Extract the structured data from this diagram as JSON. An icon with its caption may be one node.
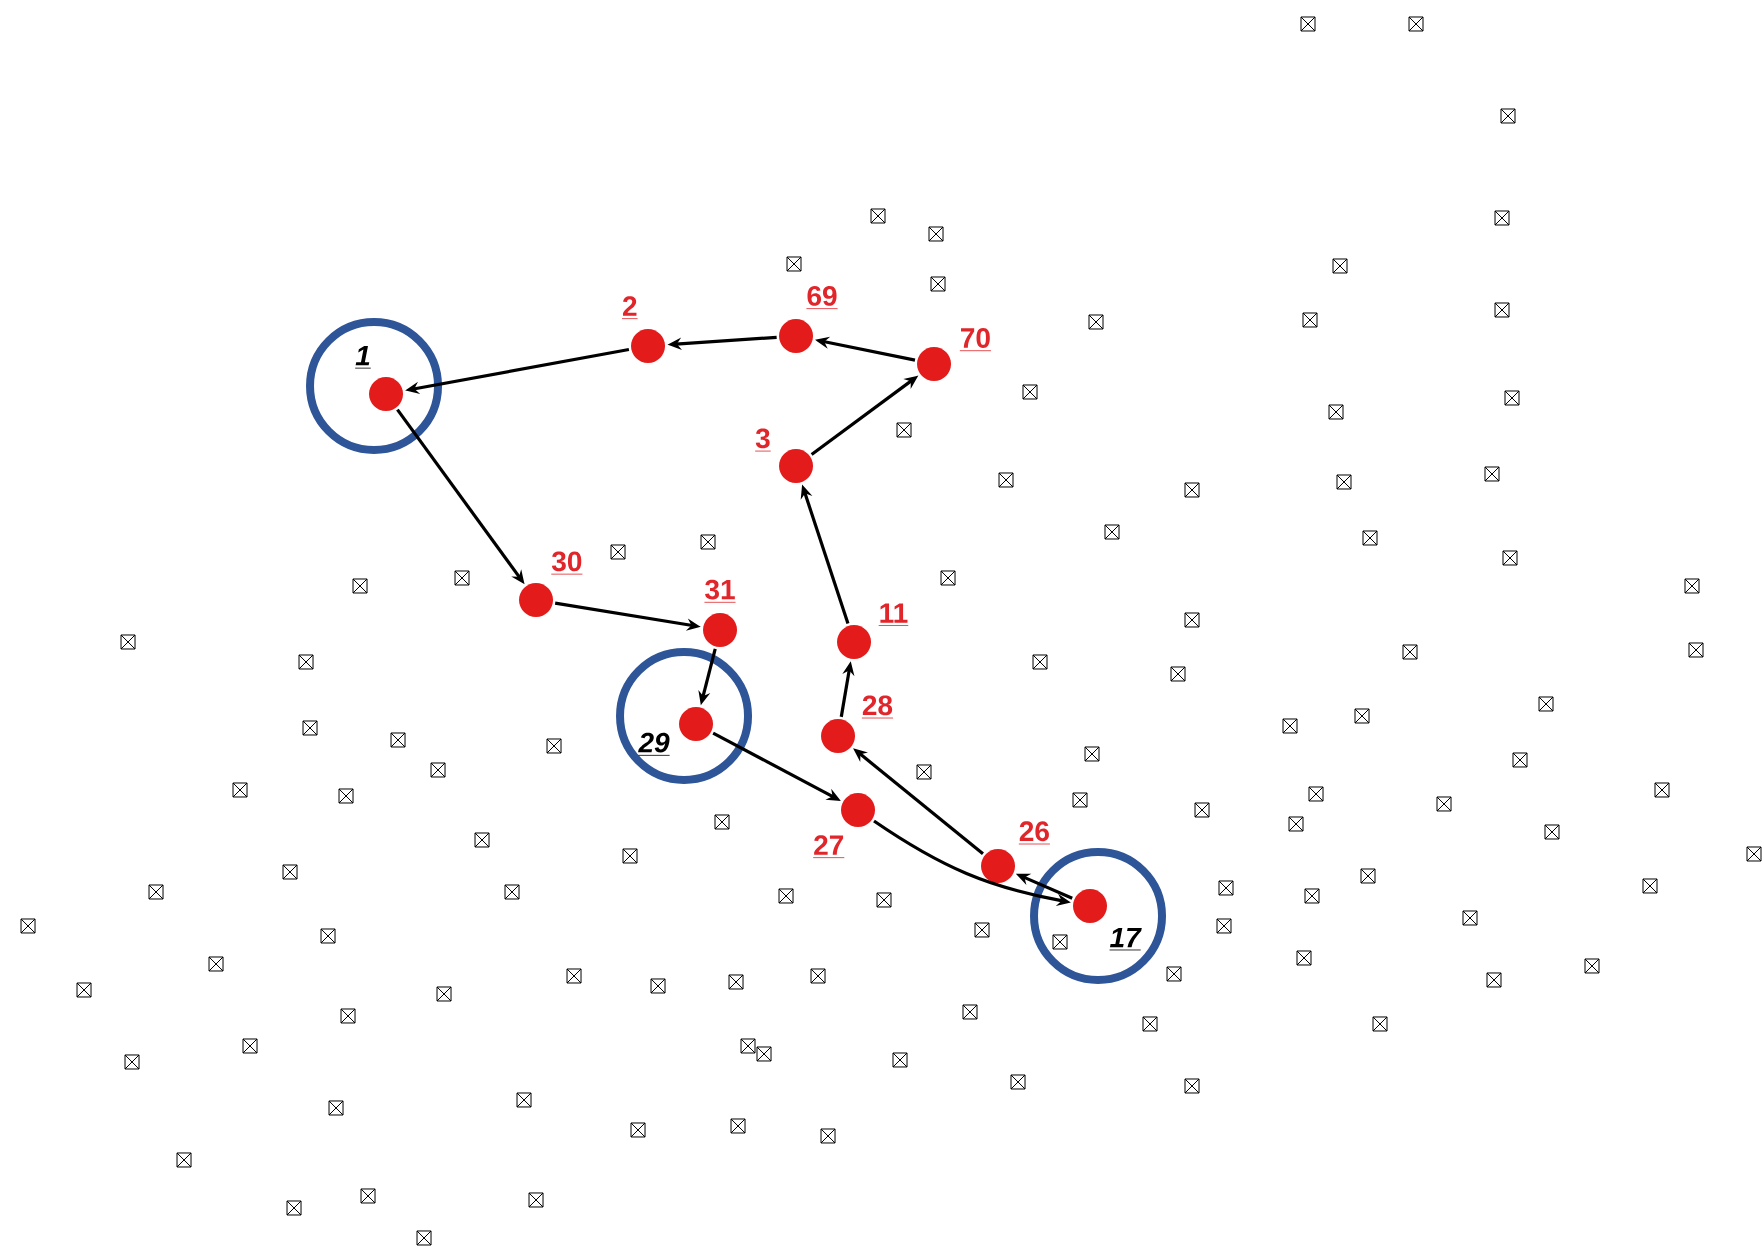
{
  "diagram": {
    "nodes": [
      {
        "text": [],
        "shape": "circle"
      },
      {
        "text": [
          "1"
        ],
        "in": 0
      },
      {
        "text": [
          "2"
        ]
      },
      {
        "text": [
          "69"
        ]
      },
      {
        "text": [
          "70"
        ]
      },
      {
        "text": [
          "3"
        ]
      },
      {
        "text": [
          "30"
        ]
      },
      {
        "text": [
          "31"
        ]
      },
      {
        "text": [
          "11"
        ]
      },
      {
        "text": [],
        "shape": "circle"
      },
      {
        "text": [
          "29"
        ],
        "in": 9
      },
      {
        "text": [
          "28"
        ]
      },
      {
        "text": [
          "27"
        ]
      },
      {
        "text": [
          "26"
        ]
      },
      {
        "text": [],
        "shape": "circle"
      },
      {
        "text": [
          "17"
        ],
        "in": 14
      }
    ],
    "edges": [
      {
        "from": 1,
        "to": 6,
        "arrow": "to"
      },
      {
        "from": 6,
        "to": 7,
        "arrow": "to"
      },
      {
        "from": 7,
        "to": 10,
        "arrow": "to"
      },
      {
        "from": 10,
        "to": 12,
        "arrow": "to"
      },
      {
        "from": 12,
        "to": 15,
        "arrow": "to"
      },
      {
        "from": 15,
        "to": 13,
        "arrow": "to"
      },
      {
        "from": 13,
        "to": 11,
        "arrow": "to"
      },
      {
        "from": 11,
        "to": 8,
        "arrow": "to"
      },
      {
        "from": 8,
        "to": 5,
        "arrow": "to"
      },
      {
        "from": 5,
        "to": 4,
        "arrow": "to"
      },
      {
        "from": 4,
        "to": 3,
        "arrow": "to"
      },
      {
        "from": 3,
        "to": 2,
        "arrow": "to"
      },
      {
        "from": 2,
        "to": 1,
        "arrow": "to"
      }
    ]
  }
}
